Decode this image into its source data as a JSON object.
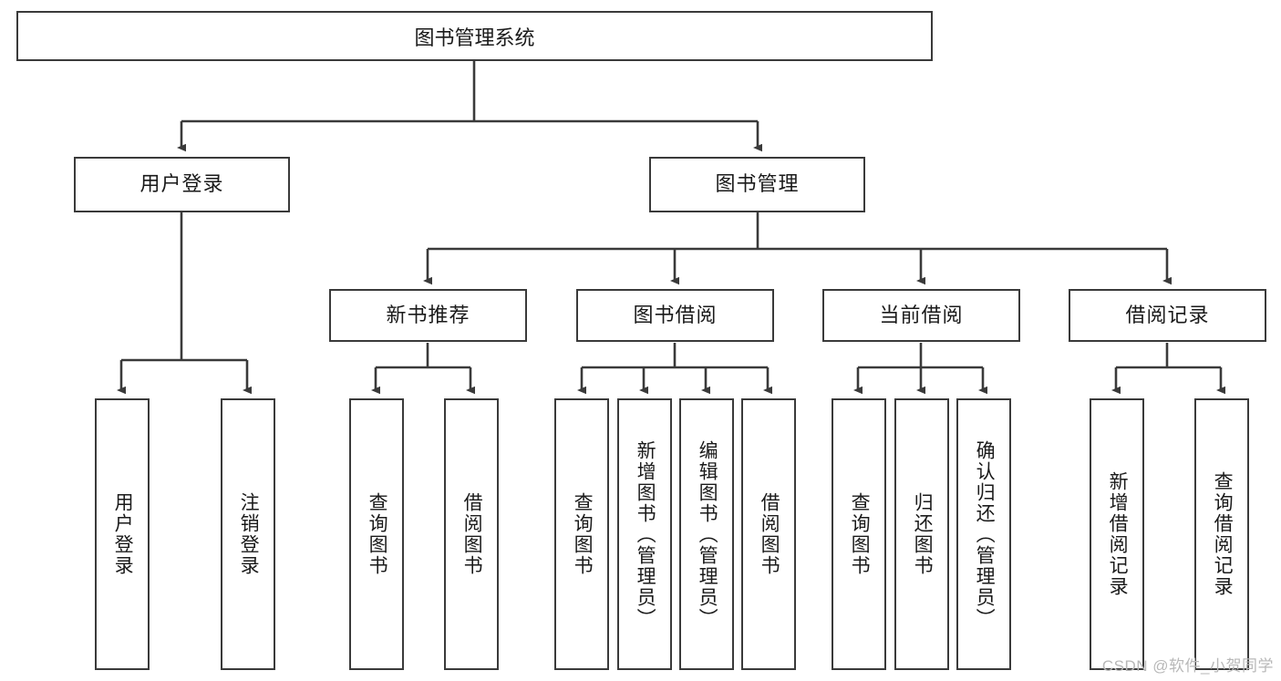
{
  "diagram": {
    "title": "图书管理系统",
    "type": "tree-hierarchy",
    "root": {
      "label": "图书管理系统"
    },
    "level2": [
      {
        "label": "用户登录"
      },
      {
        "label": "图书管理"
      }
    ],
    "level3": [
      {
        "label": "新书推荐"
      },
      {
        "label": "图书借阅"
      },
      {
        "label": "当前借阅"
      },
      {
        "label": "借阅记录"
      }
    ],
    "leaves": [
      {
        "label": "用户登录",
        "parent": "用户登录"
      },
      {
        "label": "注销登录",
        "parent": "用户登录"
      },
      {
        "label": "查询图书",
        "parent": "新书推荐"
      },
      {
        "label": "借阅图书",
        "parent": "新书推荐"
      },
      {
        "label": "查询图书",
        "parent": "图书借阅"
      },
      {
        "label": "新增图书（管理员）",
        "parent": "图书借阅"
      },
      {
        "label": "编辑图书（管理员）",
        "parent": "图书借阅"
      },
      {
        "label": "借阅图书",
        "parent": "图书借阅"
      },
      {
        "label": "查询图书",
        "parent": "当前借阅"
      },
      {
        "label": "归还图书",
        "parent": "当前借阅"
      },
      {
        "label": "确认归还（管理员）",
        "parent": "当前借阅"
      },
      {
        "label": "新增借阅记录",
        "parent": "借阅记录"
      },
      {
        "label": "查询借阅记录",
        "parent": "借阅记录"
      }
    ],
    "colors": {
      "stroke": "#3a3a3a",
      "fill": "#ffffff",
      "text": "#1a1a1a",
      "watermark": "#b8b8b8"
    }
  },
  "watermark": {
    "text": "CSDN @软件_小贺同学"
  }
}
